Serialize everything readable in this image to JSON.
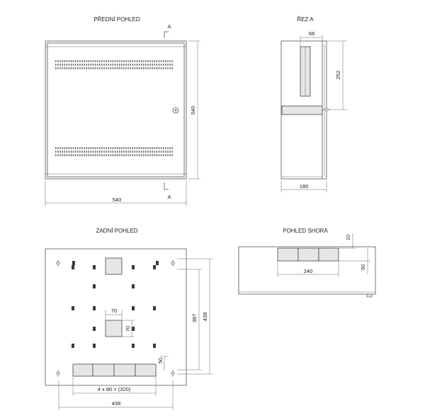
{
  "titles": {
    "front": "PŘEDNÍ POHLED",
    "section": "ŘEZ A",
    "back": "ZADNÍ POHLED",
    "top": "POHLED SHORA"
  },
  "front": {
    "width_label": "540",
    "height_label": "540",
    "section_mark_top": "A",
    "section_mark_bottom": "A"
  },
  "section": {
    "depth_label": "180",
    "top_gap_label": "68",
    "height_label": "252"
  },
  "back": {
    "cutout_w_label": "70",
    "cutout_h_label": "70",
    "hole_spacing_label": "4 x 80 = (320)",
    "overall_w_label": "438",
    "height_387_label": "387",
    "height_438_label": "438",
    "bottom_offset_label": "50"
  },
  "top": {
    "offset_label": "10",
    "depth_label": "50",
    "width_label": "240"
  }
}
